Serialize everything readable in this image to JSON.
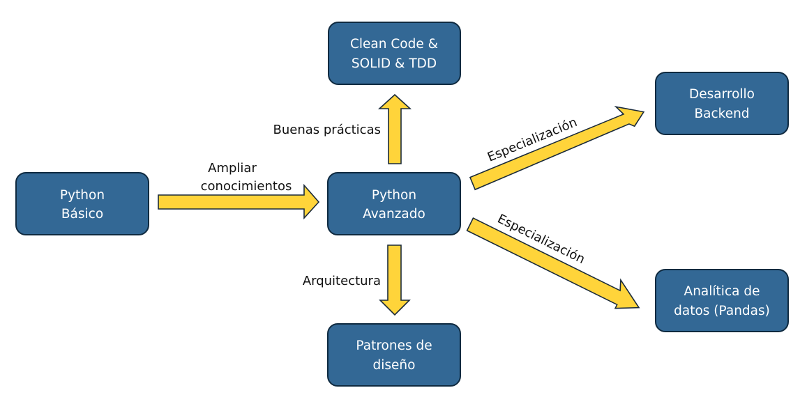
{
  "diagram": {
    "type": "flowchart",
    "colors": {
      "node_fill": "#336895",
      "node_border": "#0f2a40",
      "node_text": "#ffffff",
      "arrow_fill": "#ffd43a",
      "arrow_border": "#1a2a3a",
      "label_text": "#111111"
    },
    "nodes": {
      "python_basico": {
        "lines": [
          "Python",
          "Básico"
        ]
      },
      "python_avanzado": {
        "lines": [
          "Python",
          "Avanzado"
        ]
      },
      "clean_code": {
        "lines": [
          "Clean Code &",
          "SOLID & TDD"
        ]
      },
      "patrones": {
        "lines": [
          "Patrones de",
          "diseño"
        ]
      },
      "backend": {
        "lines": [
          "Desarrollo",
          "Backend"
        ]
      },
      "analitica": {
        "lines": [
          "Analítica de",
          "datos (Pandas)"
        ]
      }
    },
    "edges": {
      "basico_to_avanzado": {
        "from": "python_basico",
        "to": "python_avanzado",
        "label_lines": [
          "Ampliar",
          "conocimientos"
        ]
      },
      "avanzado_to_clean": {
        "from": "python_avanzado",
        "to": "clean_code",
        "label": "Buenas prácticas"
      },
      "avanzado_to_patrones": {
        "from": "python_avanzado",
        "to": "patrones",
        "label": "Arquitectura"
      },
      "avanzado_to_backend": {
        "from": "python_avanzado",
        "to": "backend",
        "label": "Especialización"
      },
      "avanzado_to_analitica": {
        "from": "python_avanzado",
        "to": "analitica",
        "label": "Especialización"
      }
    }
  }
}
